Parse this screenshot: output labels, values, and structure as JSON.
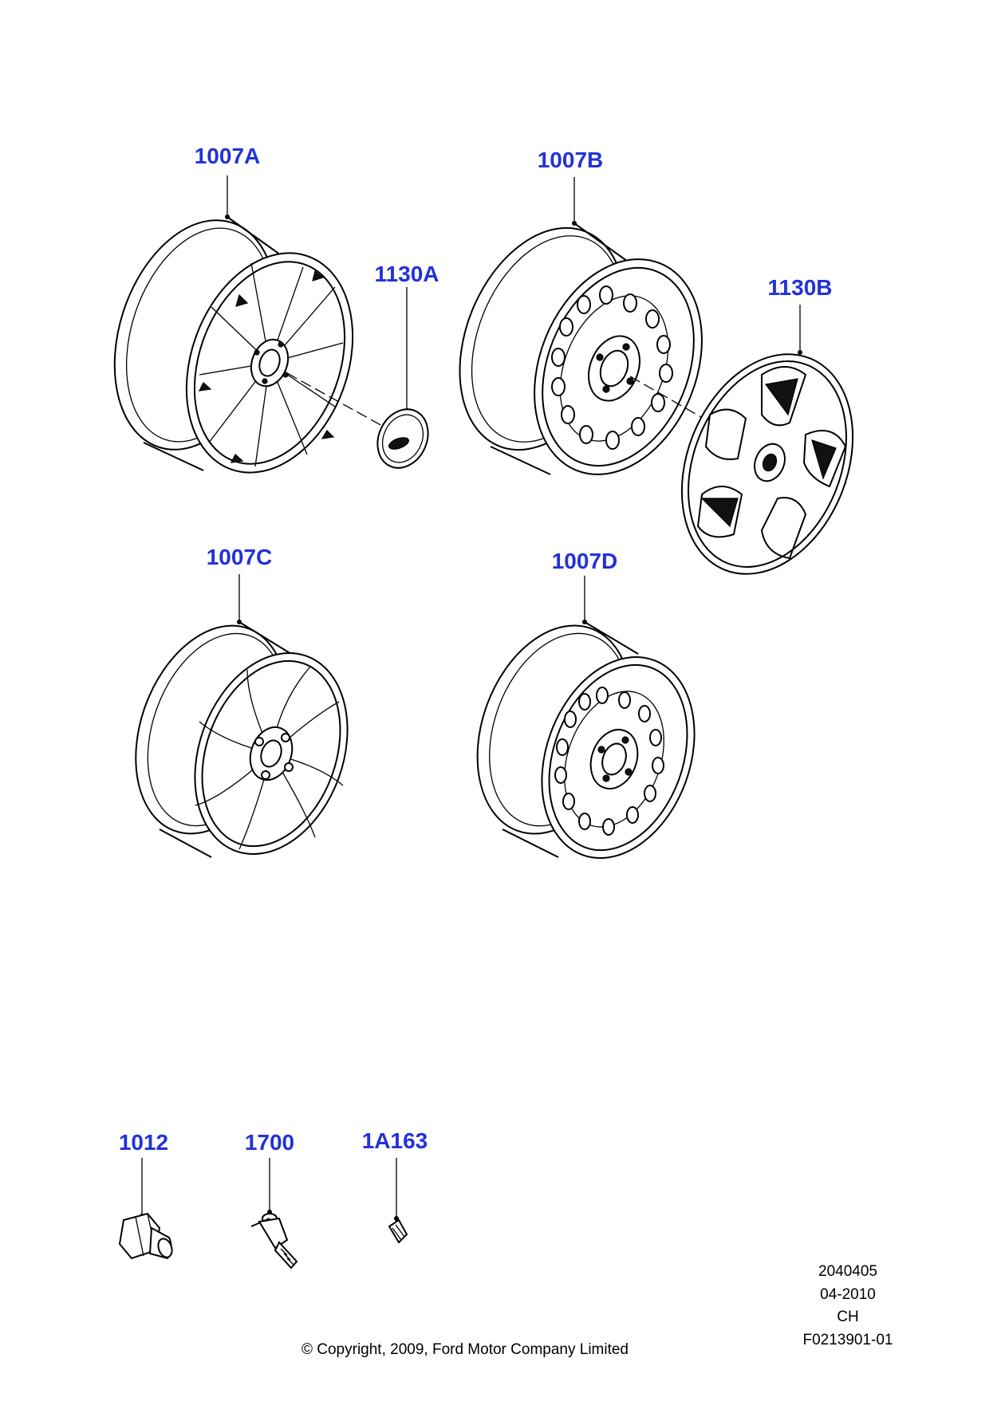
{
  "callouts": {
    "c1007A": "1007A",
    "c1007B": "1007B",
    "c1130A": "1130A",
    "c1130B": "1130B",
    "c1007C": "1007C",
    "c1007D": "1007D",
    "c1012": "1012",
    "c1700": "1700",
    "c1A163": "1A163"
  },
  "info": {
    "line1": "2040405",
    "line2": "04-2010",
    "line3": "CH",
    "line4": "F0213901-01"
  },
  "copyright": "© Copyright, 2009, Ford Motor Company Limited",
  "colors": {
    "callout": "#2232d8",
    "line": "#000000",
    "background": "#ffffff"
  }
}
